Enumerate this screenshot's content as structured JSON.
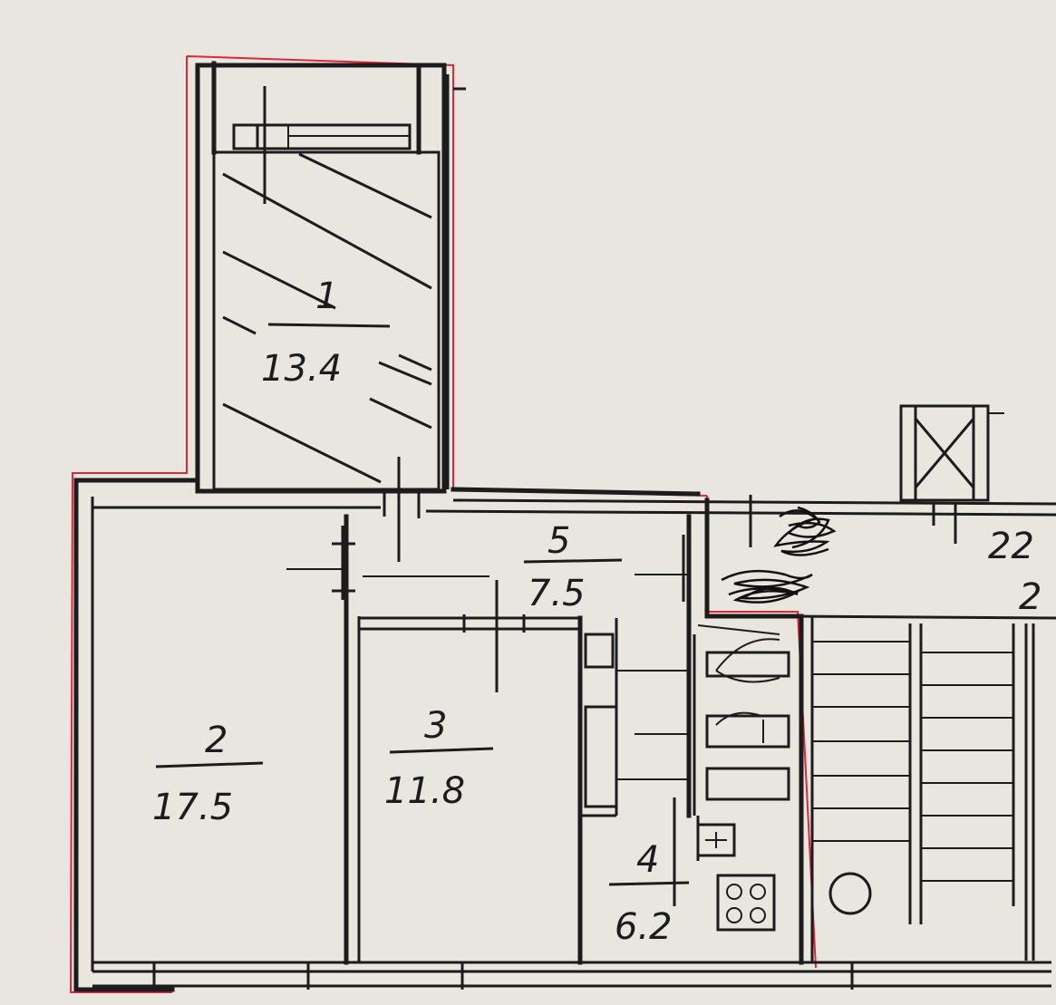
{
  "rooms": [
    {
      "id": "room-1",
      "number": "1",
      "area": "13.4"
    },
    {
      "id": "room-2",
      "number": "2",
      "area": "17.5"
    },
    {
      "id": "room-3",
      "number": "3",
      "area": "11.8"
    },
    {
      "id": "room-4",
      "number": "4",
      "area": "6.2"
    },
    {
      "id": "room-5",
      "number": "5",
      "area": "7.5"
    }
  ],
  "neighbor_labels": [
    "22",
    "2"
  ],
  "colors": {
    "paper": "#e9e6df",
    "ink": "#1c1c1c",
    "outline": "#e0263a"
  }
}
